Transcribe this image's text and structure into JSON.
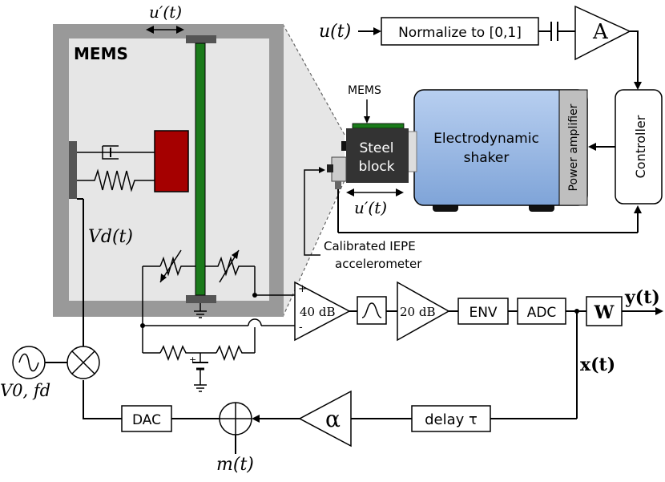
{
  "mems": {
    "label": "MEMS",
    "displacement_label": "u′(t)",
    "drive_voltage_label": "Vd(t)"
  },
  "input": {
    "signal_label": "u(t)",
    "normalize_label": "Normalize to [0,1]",
    "amp_label": "A"
  },
  "setup": {
    "mems_small_label": "MEMS",
    "steel_block_line1": "Steel",
    "steel_block_line2": "block",
    "block_displacement_label": "u′(t)",
    "shaker_line1": "Electrodynamic",
    "shaker_line2": "shaker",
    "power_amp_label": "Power amplifier",
    "controller_label": "Controller",
    "accel_line1": "Calibrated IEPE",
    "accel_line2": "accelerometer"
  },
  "chain": {
    "preamp_gain": "40 dB",
    "amp2_gain": "20 dB",
    "env_label": "ENV",
    "adc_label": "ADC",
    "weight_label": "W",
    "output_label": "y(t)",
    "state_label": "x(t)",
    "plus_label": "+",
    "minus_label": "-"
  },
  "feedback": {
    "source_label": "V0, fd",
    "dac_label": "DAC",
    "alpha_label": "α",
    "delay_label": "delay τ",
    "modulation_label": "m(t)"
  },
  "colors": {
    "mems_frame": "#999999",
    "mems_inner": "#e6e6e6",
    "beam": "#1a7a1a",
    "proof_mass": "#a50000",
    "shaker_blue": "#9dbde6",
    "steel_block": "#333333"
  }
}
